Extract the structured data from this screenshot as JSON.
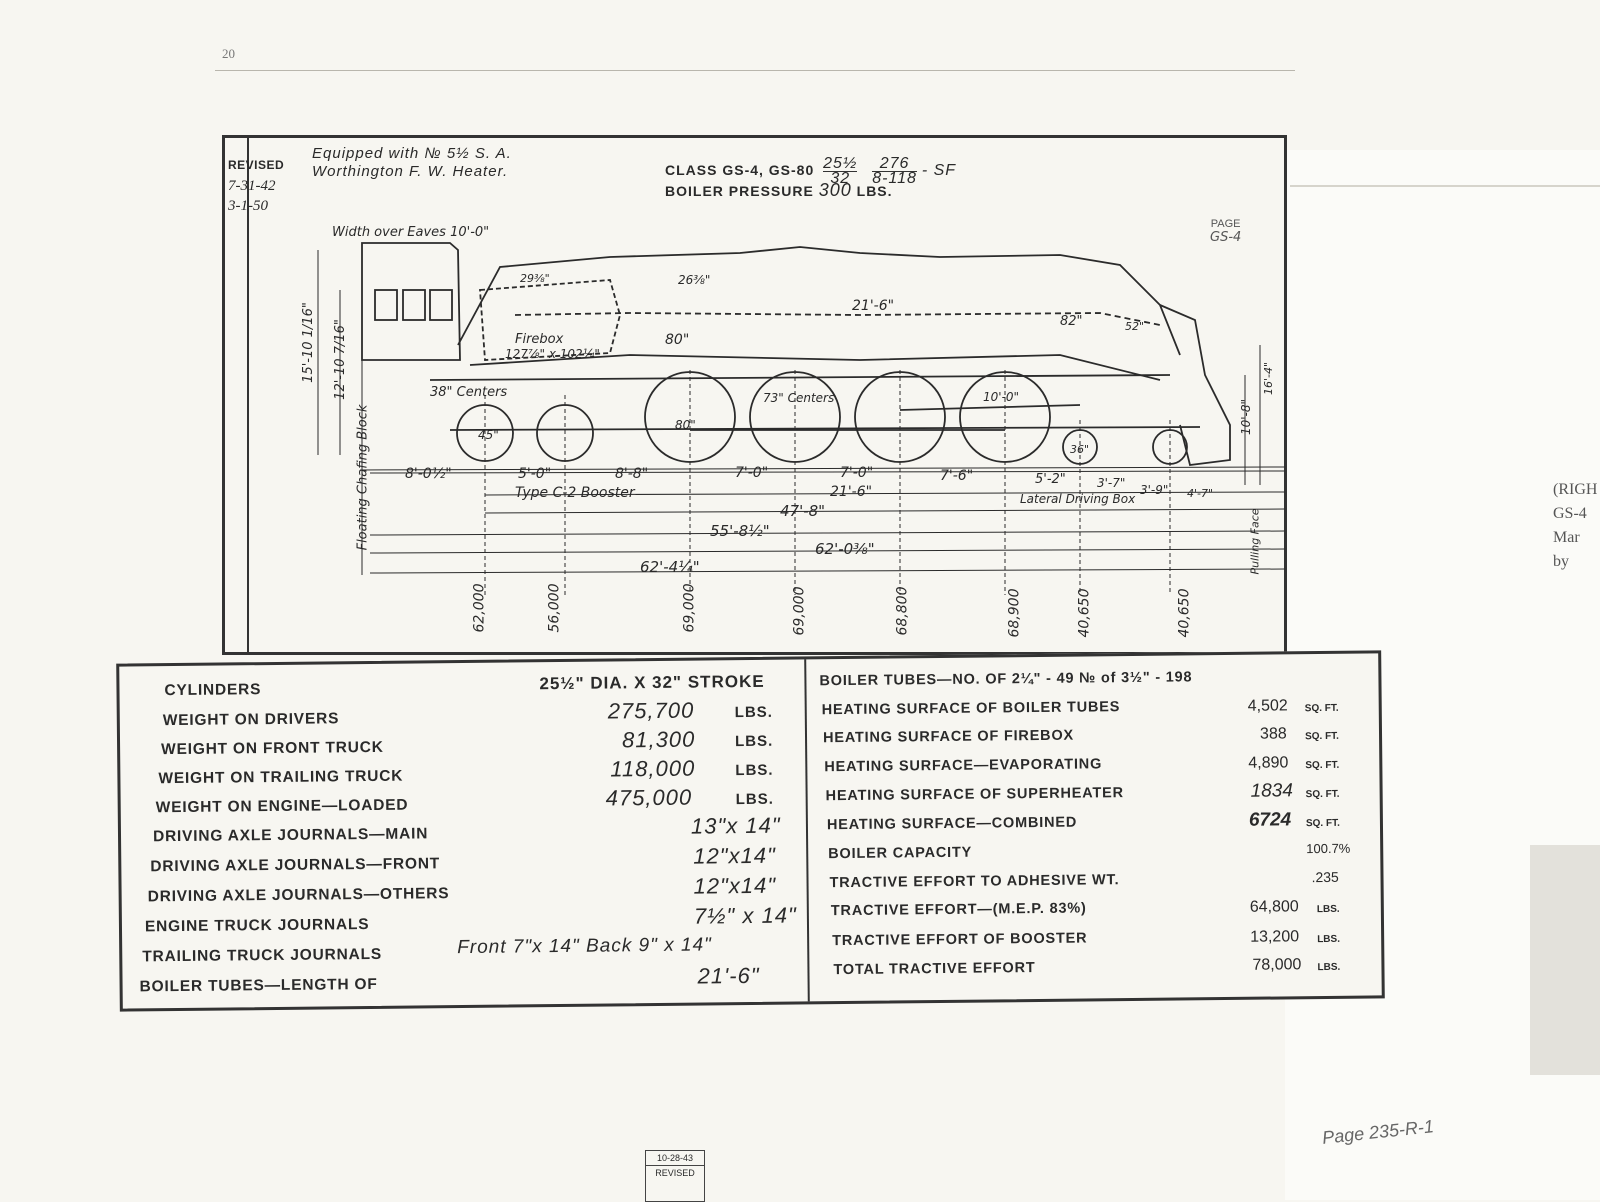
{
  "book_page_number": "20",
  "caption_right": [
    "(RIGH",
    "GS-4",
    "Mar",
    "by "
  ],
  "drawing": {
    "revised_label": "REVISED",
    "revised_dates": [
      "7-31-42",
      "3-1-50"
    ],
    "equipped_line1": "Equipped  with  № 5½  S. A.",
    "equipped_line2": "Worthington  F. W.  Heater.",
    "class_label": "CLASS  GS-4,  GS-80",
    "class_fraction_top": "25½",
    "class_fraction_bottom": "32",
    "class_frac2_top": "276",
    "class_frac2_bottom": "8-118",
    "class_suffix": "- SF",
    "boiler_pressure_label": "BOILER  PRESSURE",
    "boiler_pressure_value": "300",
    "boiler_pressure_unit": "LBS.",
    "page_ref_label": "PAGE",
    "page_ref_value": "GS-4",
    "labels": {
      "width_over_eaves": "Width  over  Eaves  10'-0\"",
      "firebox": "Firebox",
      "firebox_size": "127⅞\" x 102¼\"",
      "centers_38": "38\" Centers",
      "centers_73": "73\" Centers",
      "wheel_45": "45\"",
      "wheel_80": "80\"",
      "wheel_36": "36\"",
      "dia_10": "10'-0\"",
      "height_1": "15'-10 1/16\"",
      "height_2": "12'-10 7/16\"",
      "floating_block": "Floating Chafing Block",
      "pulling_face": "Pulling Face",
      "booster": "Type C-2 Booster",
      "lateral": "Lateral Driving Box",
      "dim_8_0": "8'-0½\"",
      "dim_5_0": "5'-0\"",
      "dim_8_8": "8'-8\"",
      "dim_7_0a": "7'-0\"",
      "dim_7_0b": "7'-0\"",
      "dim_7_6": "7'-6\"",
      "dim_5_2": "5'-2\"",
      "dim_3_7": "3'-7\"",
      "dim_3_9": "3'-9\"",
      "dim_4_7": "4'-7\"",
      "dim_21_6": "21'-6\"",
      "dim_47_8": "47'-8\"",
      "dim_55_8": "55'-8½\"",
      "dim_62_0": "62'-0⅜\"",
      "dim_62_4": "62'-4¼\"",
      "dim_21_6_top": "21'-6\"",
      "dim_82": "82\"",
      "dim_52": "52\"",
      "dim_80": "80\"",
      "dim_29": "29⅜\"",
      "dim_26": "26⅜\"",
      "dim_10_8": "10'-8\"",
      "dim_16_4": "16'-4\""
    },
    "axle_loads": [
      "62,000",
      "56,000",
      "69,000",
      "69,000",
      "68,800",
      "68,900",
      "40,650",
      "40,650"
    ]
  },
  "specs_left": [
    {
      "label": "CYLINDERS",
      "value": "25½\" DIA. X 32\" STROKE",
      "unit": ""
    },
    {
      "label": "WEIGHT ON DRIVERS",
      "value": "275,700",
      "unit": "LBS."
    },
    {
      "label": "WEIGHT ON FRONT TRUCK",
      "value": "81,300",
      "unit": "LBS."
    },
    {
      "label": "WEIGHT ON TRAILING TRUCK",
      "value": "118,000",
      "unit": "LBS."
    },
    {
      "label": "WEIGHT ON ENGINE—LOADED",
      "value": "475,000",
      "unit": "LBS."
    },
    {
      "label": "DRIVING AXLE JOURNALS—MAIN",
      "value": "13\"x 14\"",
      "unit": ""
    },
    {
      "label": "DRIVING AXLE JOURNALS—FRONT",
      "value": "12\"x14\"",
      "unit": ""
    },
    {
      "label": "DRIVING AXLE JOURNALS—OTHERS",
      "value": "12\"x14\"",
      "unit": ""
    },
    {
      "label": "ENGINE TRUCK JOURNALS",
      "value": "7½\" x 14\"",
      "unit": ""
    },
    {
      "label": "TRAILING TRUCK JOURNALS",
      "value": "Front  7\"x 14\"   Back  9\" x 14\"",
      "unit": ""
    },
    {
      "label": "BOILER TUBES—LENGTH OF",
      "value": "21'-6\"",
      "unit": ""
    }
  ],
  "specs_right": [
    {
      "label": "BOILER TUBES—NO. OF 2¼\" - 49  № of 3½\" - 198",
      "value": "",
      "unit": ""
    },
    {
      "label": "HEATING SURFACE OF BOILER TUBES",
      "value": "4,502",
      "unit": "SQ. FT."
    },
    {
      "label": "HEATING SURFACE OF FIREBOX",
      "value": "388",
      "unit": "SQ. FT."
    },
    {
      "label": "HEATING SURFACE—EVAPORATING",
      "value": "4,890",
      "unit": "SQ. FT."
    },
    {
      "label": "HEATING SURFACE OF SUPERHEATER",
      "value": "1834",
      "unit": "SQ. FT."
    },
    {
      "label": "HEATING SURFACE—COMBINED",
      "value": "6724",
      "unit": "SQ. FT."
    },
    {
      "label": "BOILER CAPACITY",
      "value": "100.7%",
      "unit": ""
    },
    {
      "label": "TRACTIVE EFFORT TO ADHESIVE WT.",
      "value": ".235",
      "unit": ""
    },
    {
      "label": "TRACTIVE EFFORT—(M.E.P. 83%)",
      "value": "64,800",
      "unit": "LBS."
    },
    {
      "label": "TRACTIVE EFFORT OF BOOSTER",
      "value": "13,200",
      "unit": "LBS."
    },
    {
      "label": "TOTAL TRACTIVE EFFORT",
      "value": "78,000",
      "unit": "LBS."
    }
  ],
  "footer": {
    "stamp_line1": "10-28-43",
    "stamp_line2": "REVISED",
    "page_label": "Page 235-R-1"
  }
}
